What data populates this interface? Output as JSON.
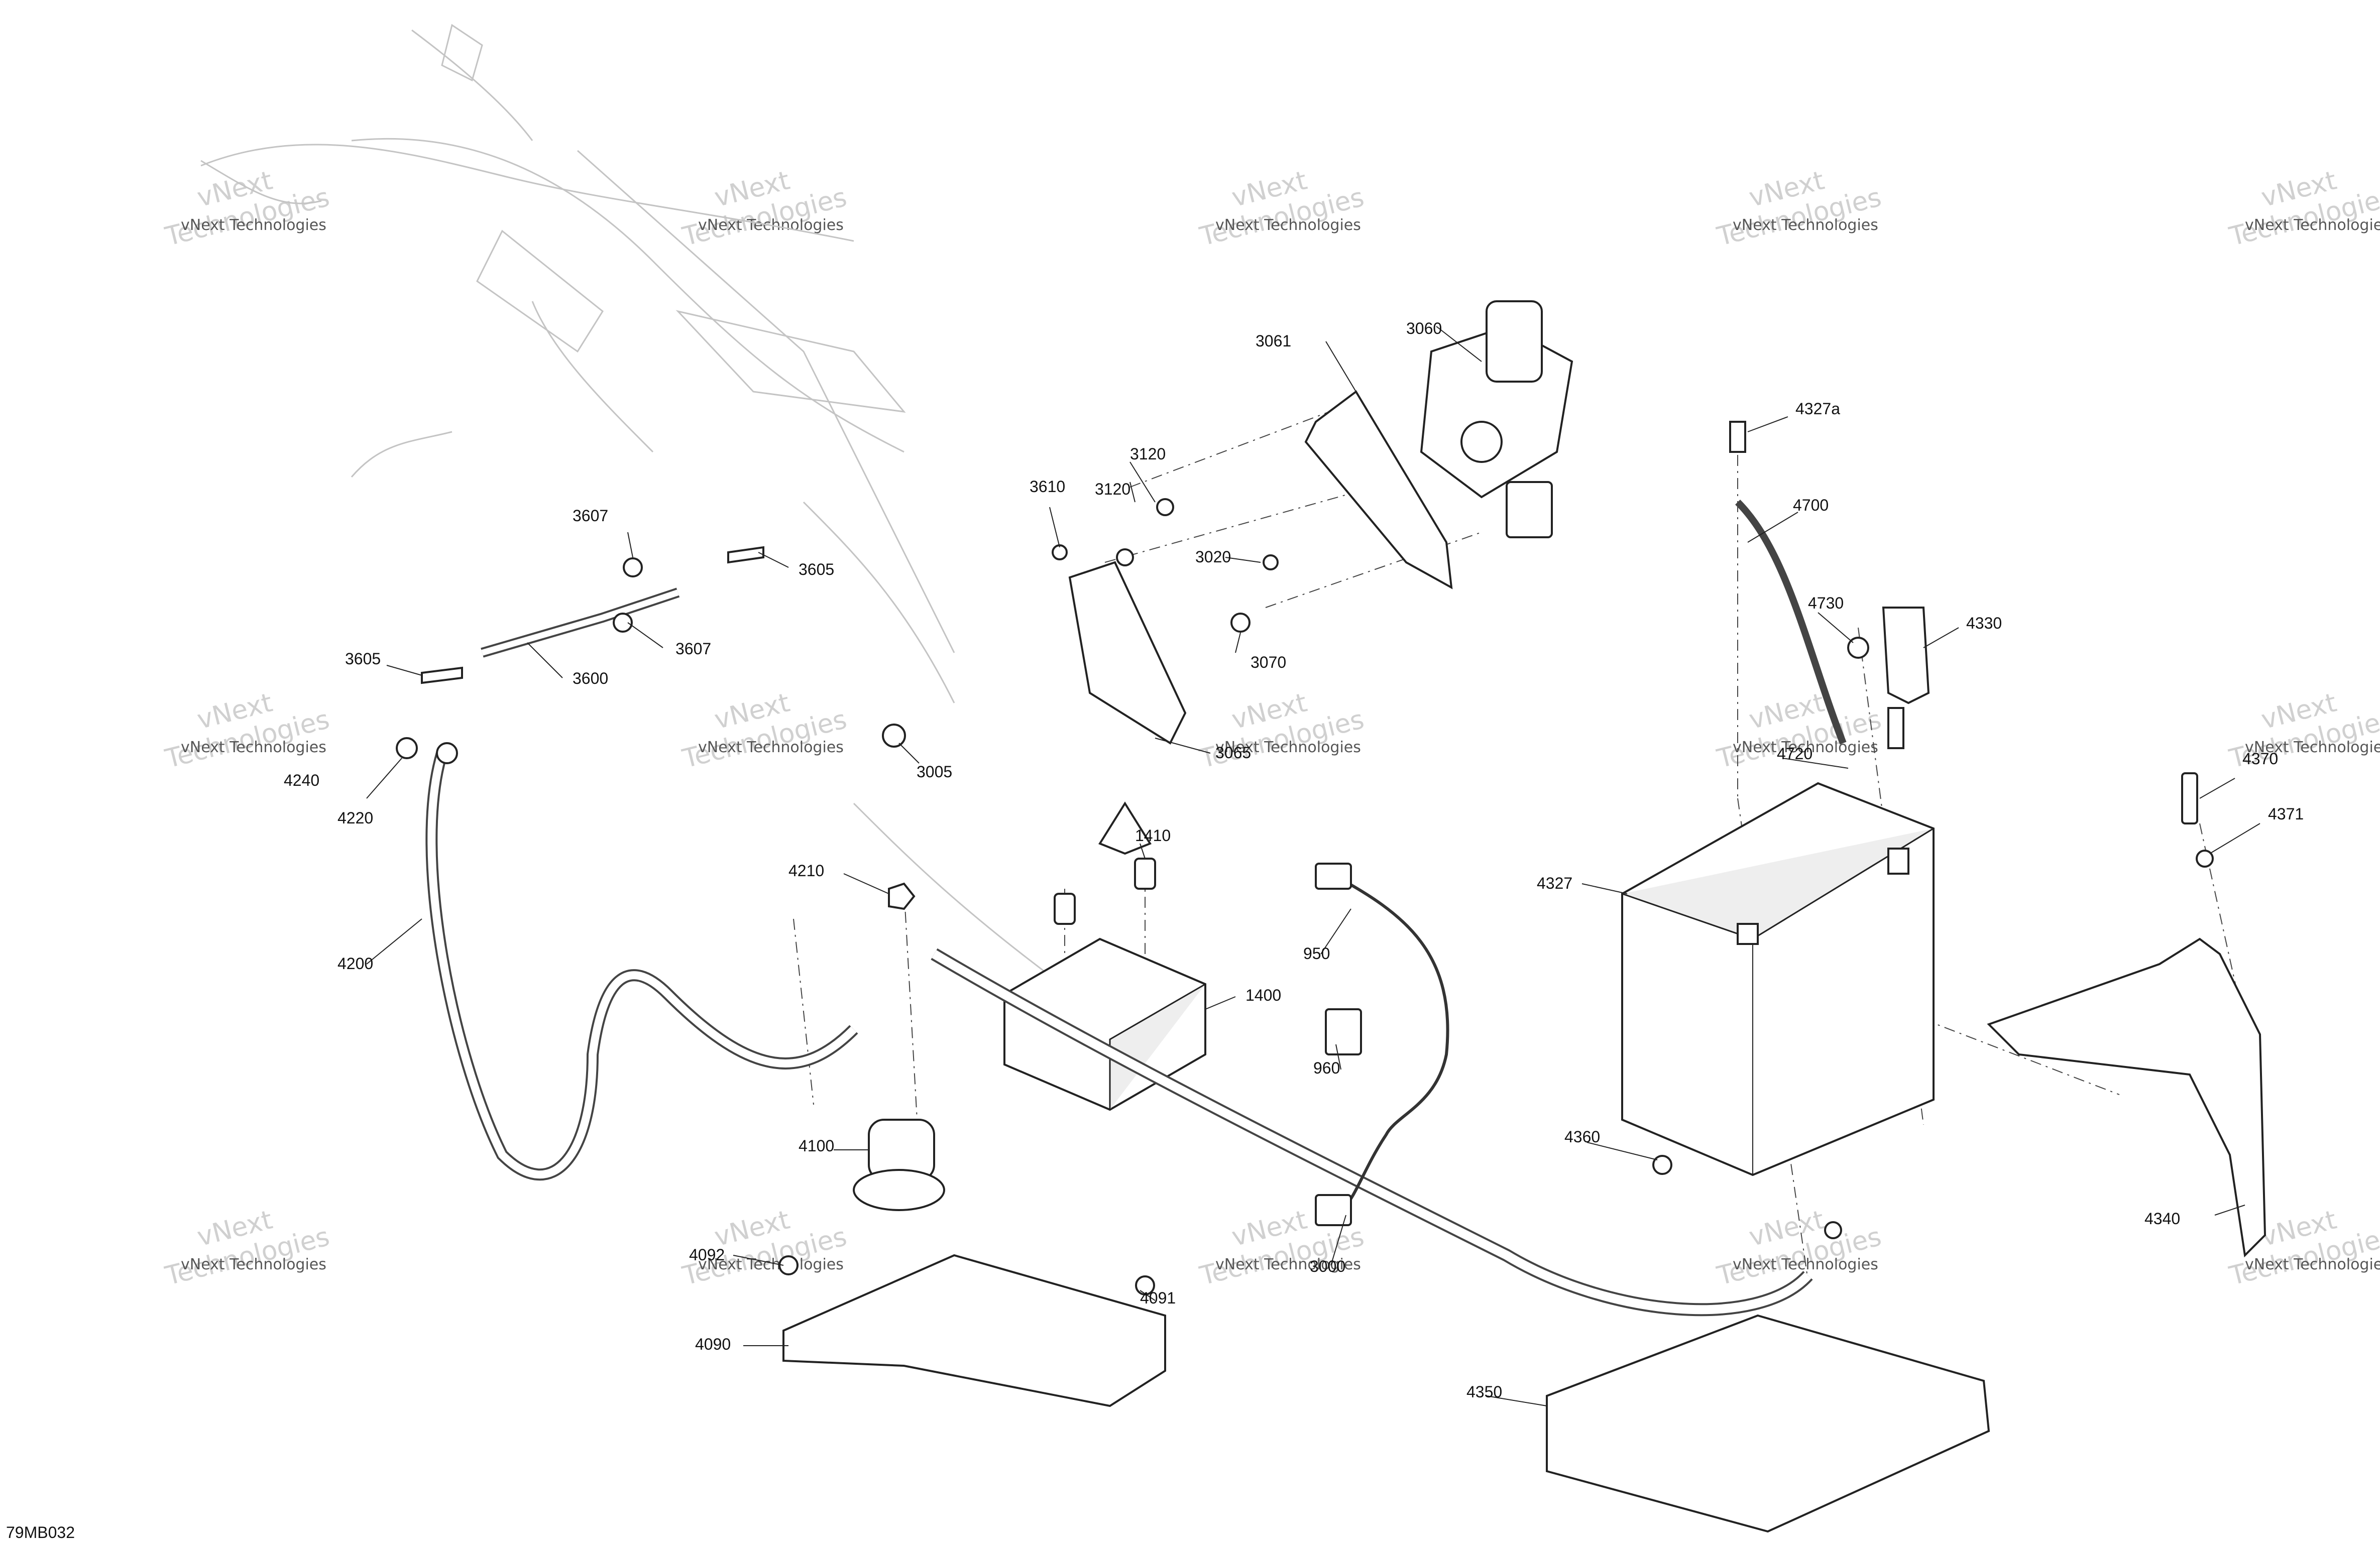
{
  "diagram_code": "79MB032",
  "watermark": {
    "line1": "vNext Technologies",
    "line2": "vNext",
    "line3": "Technologies"
  },
  "parts": [
    {
      "id": "p3000",
      "label": "3000"
    },
    {
      "id": "p3005",
      "label": "3005"
    },
    {
      "id": "p3020",
      "label": "3020"
    },
    {
      "id": "p3060",
      "label": "3060"
    },
    {
      "id": "p3061",
      "label": "3061"
    },
    {
      "id": "p3065",
      "label": "3065"
    },
    {
      "id": "p3070",
      "label": "3070"
    },
    {
      "id": "p3120a",
      "label": "3120"
    },
    {
      "id": "p3120b",
      "label": "3120"
    },
    {
      "id": "p3600",
      "label": "3600"
    },
    {
      "id": "p3605a",
      "label": "3605"
    },
    {
      "id": "p3605b",
      "label": "3605"
    },
    {
      "id": "p3607a",
      "label": "3607"
    },
    {
      "id": "p3607b",
      "label": "3607"
    },
    {
      "id": "p3610",
      "label": "3610"
    },
    {
      "id": "p1400",
      "label": "1400"
    },
    {
      "id": "p1410",
      "label": "1410"
    },
    {
      "id": "p950",
      "label": "950"
    },
    {
      "id": "p960",
      "label": "960"
    },
    {
      "id": "p4090",
      "label": "4090"
    },
    {
      "id": "p4091",
      "label": "4091"
    },
    {
      "id": "p4092",
      "label": "4092"
    },
    {
      "id": "p4100",
      "label": "4100"
    },
    {
      "id": "p4200",
      "label": "4200"
    },
    {
      "id": "p4210",
      "label": "4210"
    },
    {
      "id": "p4220",
      "label": "4220"
    },
    {
      "id": "p4240",
      "label": "4240"
    },
    {
      "id": "p4327",
      "label": "4327"
    },
    {
      "id": "p4327a",
      "label": "4327a"
    },
    {
      "id": "p4330",
      "label": "4330"
    },
    {
      "id": "p4340",
      "label": "4340"
    },
    {
      "id": "p4350",
      "label": "4350"
    },
    {
      "id": "p4360",
      "label": "4360"
    },
    {
      "id": "p4370",
      "label": "4370"
    },
    {
      "id": "p4371",
      "label": "4371"
    },
    {
      "id": "p4700",
      "label": "4700"
    },
    {
      "id": "p4720",
      "label": "4720"
    },
    {
      "id": "p4730",
      "label": "4730"
    }
  ]
}
